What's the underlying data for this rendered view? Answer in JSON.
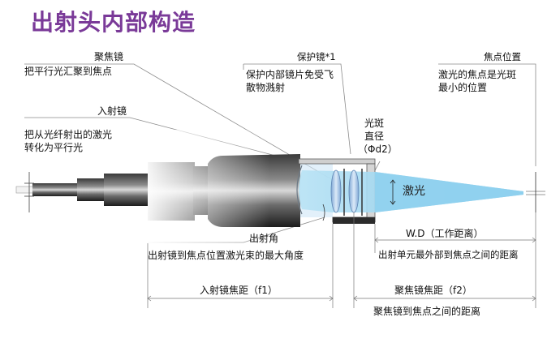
{
  "title": "出射头内部构造",
  "labels": {
    "focus_lens": "聚焦镜",
    "focus_lens_desc": "把平行光汇聚到焦点",
    "protect_lens": "保护镜*1",
    "protect_lens_desc1": "保护内部镜片免受飞",
    "protect_lens_desc2": "散物溅射",
    "focal_point": "焦点位置",
    "focal_point_desc1": "激光的焦点是光斑",
    "focal_point_desc2": "最小的位置",
    "incident_lens": "入射镜",
    "incident_lens_desc1": "把从光纤射出的激光",
    "incident_lens_desc2": "转化为平行光",
    "spot_diameter1": "光斑",
    "spot_diameter2": "直径",
    "spot_diameter3": "（Φd2）",
    "laser": "激光",
    "exit_angle": "出射角",
    "exit_angle_desc": "出射镜到焦点位置激光束的最大角度",
    "wd": "W.D（工作距离）",
    "wd_desc": "出射单元最外部到焦点之间的距离",
    "f1": "入射镜焦距（f1）",
    "f2": "聚焦镜焦距（f2）",
    "f2_desc": "聚焦镜到焦点之间的距离"
  },
  "colors": {
    "title": "#7a3a98",
    "beam": "#9fd6ef",
    "body_dark": "#2a2a2a",
    "body_light": "#d9d9d9",
    "lens": "#a9c8ea"
  }
}
